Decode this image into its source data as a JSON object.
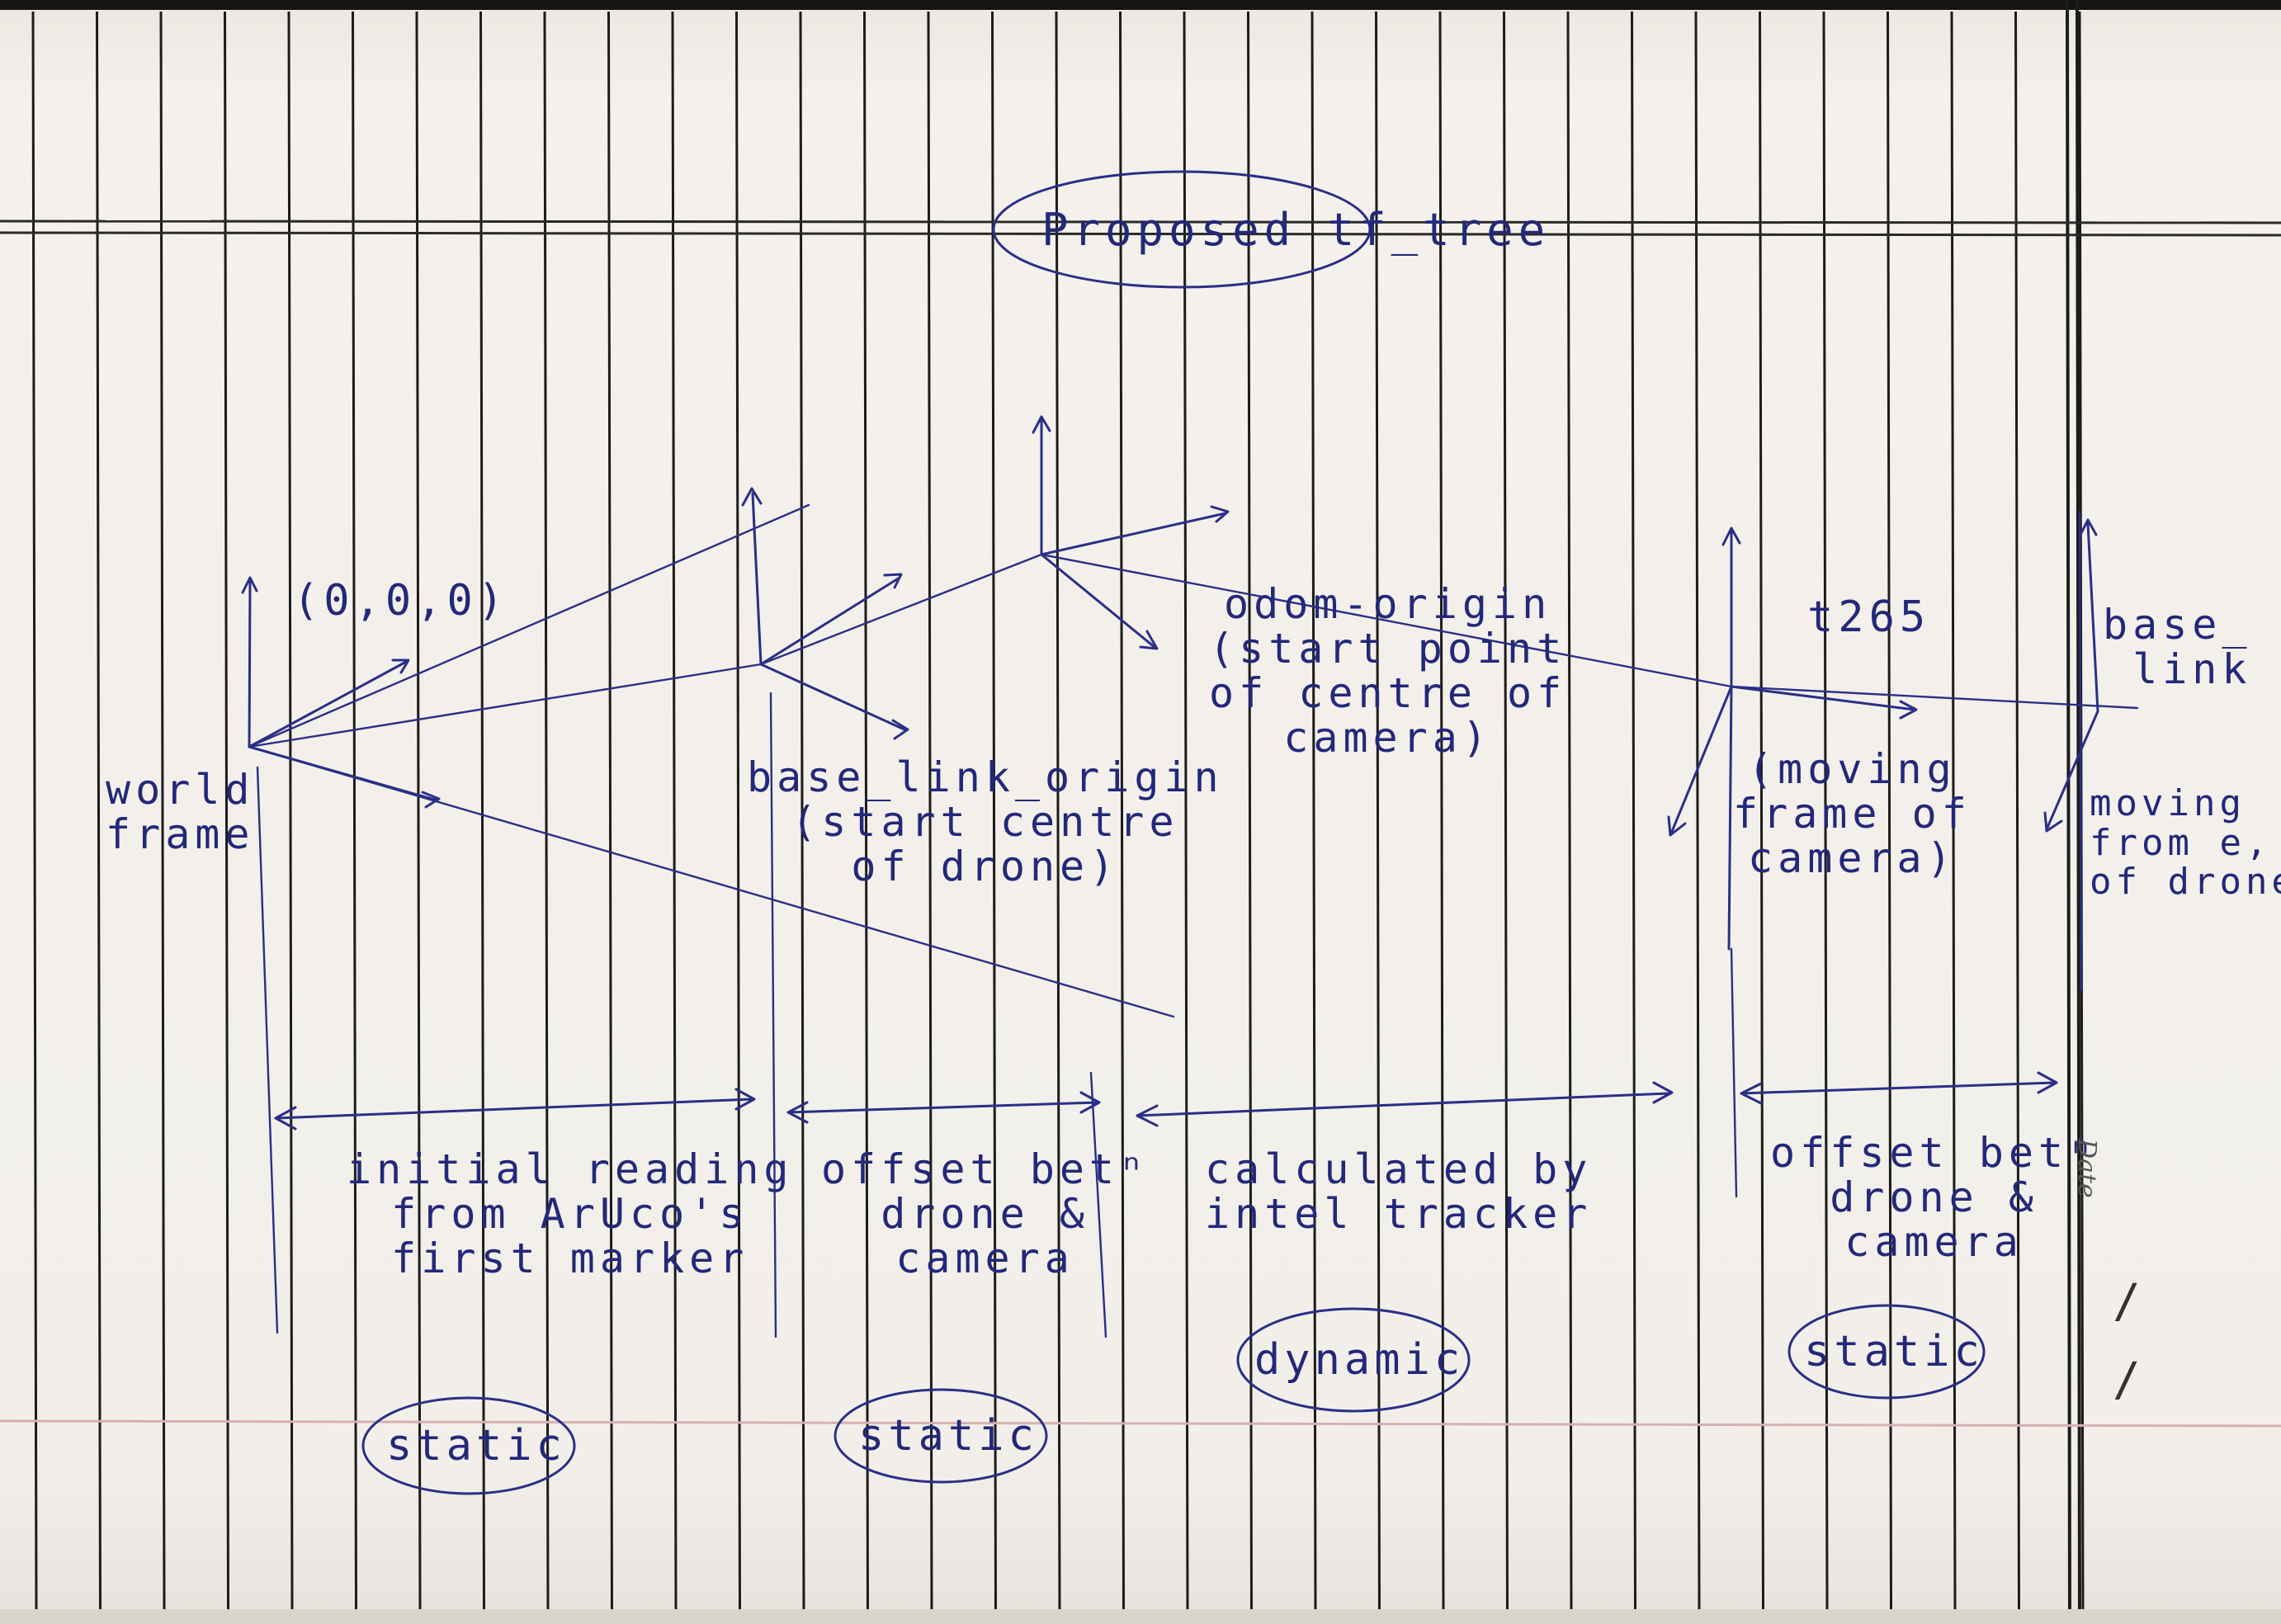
{
  "title": "Proposed tf_tree",
  "origin_coords": "(0,0,0)",
  "frames": [
    {
      "id": "world",
      "label": "world\nframe"
    },
    {
      "id": "base-link-origin",
      "label": "base_link_origin\n(start centre\nof drone)"
    },
    {
      "id": "odom-origin",
      "label": "odom-origin\n(start point\nof centre of\ncamera)"
    },
    {
      "id": "t265",
      "name": "t265",
      "label": "(moving\nframe of\ncamera)"
    },
    {
      "id": "base-link",
      "name": "base_\nlink",
      "label": "moving\nfrom e,\nof drone,"
    }
  ],
  "transforms": [
    {
      "id": "world-to-base-link-origin",
      "description": "initial reading\nfrom ArUco's\nfirst marker",
      "type": "static"
    },
    {
      "id": "base-link-origin-to-odom",
      "description": "offset betⁿ\ndrone &\ncamera",
      "type": "static"
    },
    {
      "id": "odom-to-t265",
      "description": "calculated by\nintel tracker",
      "type": "dynamic"
    },
    {
      "id": "t265-to-base-link",
      "description": "offset betⁿ\ndrone &\ncamera",
      "type": "static"
    }
  ],
  "margin_label": "Date",
  "date_slashes": "/\n/",
  "colors": {
    "ink": "#2a2f86",
    "paper": "#f2efea",
    "rule": "#1a1a1a"
  }
}
